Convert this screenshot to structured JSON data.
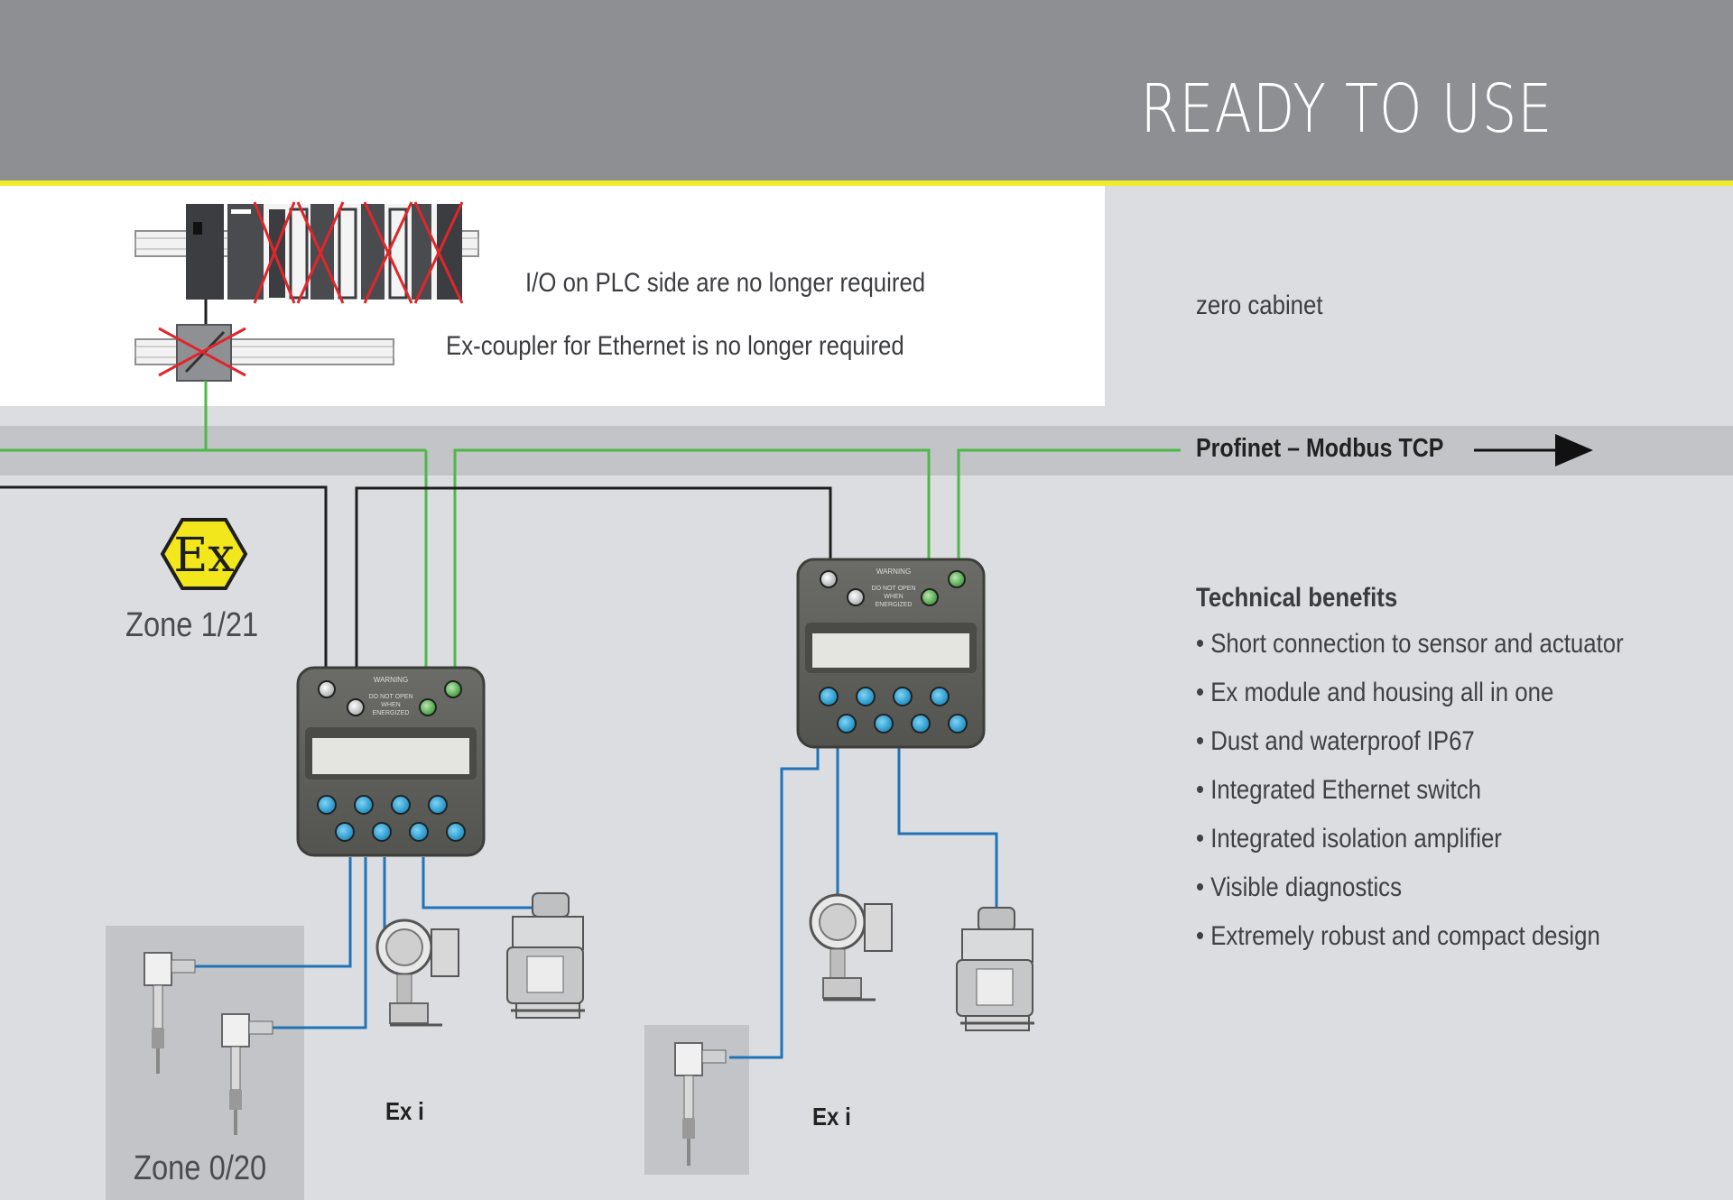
{
  "header": {
    "title": "READY TO USE"
  },
  "plc": {
    "io_note": "I/O on PLC side are no longer required",
    "coupler_note": "Ex-coupler for Ethernet is no longer required"
  },
  "side": {
    "zero_cabinet": "zero cabinet"
  },
  "network": {
    "label": "Profinet – Modbus TCP"
  },
  "zones": {
    "zone1": "Zone 1/21",
    "zone0": "Zone 0/20",
    "ex_symbol": "Ex",
    "exi_left": "Ex i",
    "exi_right": "Ex i"
  },
  "device": {
    "warning": "WARNING",
    "do_not_open_1": "DO NOT OPEN",
    "do_not_open_2": "WHEN",
    "do_not_open_3": "ENERGIZED"
  },
  "benefits": {
    "title": "Technical benefits",
    "items": [
      "Short connection to sensor and actuator",
      "Ex module and housing all in one",
      "Dust and waterproof IP67",
      "Integrated Ethernet switch",
      "Integrated isolation amplifier",
      "Visible diagnostics",
      "Extremely robust and compact design"
    ]
  },
  "colors": {
    "header": "#8d8f93",
    "accent_line": "#f0ea2c",
    "ethernet_green": "#4db848",
    "signal_blue": "#1f73b7",
    "power_black": "#1e1e1e",
    "ex_yellow": "#f2e71c"
  }
}
